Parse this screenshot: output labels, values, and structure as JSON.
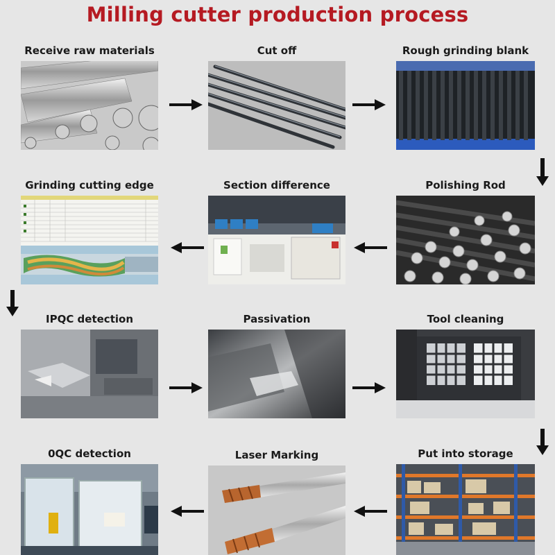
{
  "title": "Milling cutter production process",
  "steps": [
    {
      "label": "Receive raw materials"
    },
    {
      "label": "Cut off"
    },
    {
      "label": "Rough grinding blank"
    },
    {
      "label": "Grinding cutting edge"
    },
    {
      "label": "Section difference"
    },
    {
      "label": "Polishing Rod"
    },
    {
      "label": "IPQC detection"
    },
    {
      "label": "Passivation"
    },
    {
      "label": "Tool cleaning"
    },
    {
      "label": "0QC detection"
    },
    {
      "label": "Laser Marking"
    },
    {
      "label": "Put into storage"
    }
  ],
  "colors": {
    "title": "#b51a22",
    "background": "#e6e6e6",
    "arrow": "#111111"
  },
  "arrows": [
    {
      "from": "Receive raw materials",
      "to": "Cut off",
      "icon": "arrow-right-icon"
    },
    {
      "from": "Cut off",
      "to": "Rough grinding blank",
      "icon": "arrow-right-icon"
    },
    {
      "from": "Rough grinding blank",
      "to": "Polishing Rod",
      "icon": "arrow-down-icon"
    },
    {
      "from": "Polishing Rod",
      "to": "Section difference",
      "icon": "arrow-left-icon"
    },
    {
      "from": "Section difference",
      "to": "Grinding cutting edge",
      "icon": "arrow-left-icon"
    },
    {
      "from": "Grinding cutting edge",
      "to": "IPQC detection",
      "icon": "arrow-down-icon"
    },
    {
      "from": "IPQC detection",
      "to": "Passivation",
      "icon": "arrow-right-icon"
    },
    {
      "from": "Passivation",
      "to": "Tool cleaning",
      "icon": "arrow-right-icon"
    },
    {
      "from": "Tool cleaning",
      "to": "Put into storage",
      "icon": "arrow-down-icon"
    },
    {
      "from": "Put into storage",
      "to": "Laser Marking",
      "icon": "arrow-left-icon"
    },
    {
      "from": "Laser Marking",
      "to": "0QC detection",
      "icon": "arrow-left-icon"
    }
  ]
}
